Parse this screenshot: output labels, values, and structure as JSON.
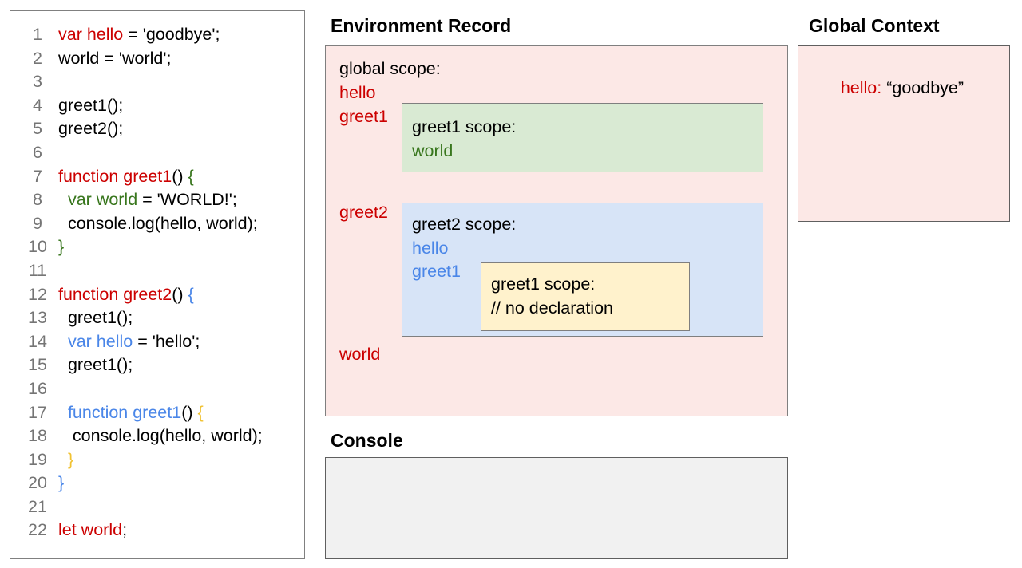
{
  "colors": {
    "red": "#cc0000",
    "green": "#38761d",
    "blue": "#4a86e8",
    "orange": "#f1c232",
    "black": "#000000",
    "line_number_gray": "#757575",
    "pink_bg": "#fce8e6",
    "green_bg": "#d9ead3",
    "blue_bg": "#d7e4f7",
    "yellow_bg": "#fff2cc",
    "console_bg": "#f1f1f1"
  },
  "code": {
    "lines": [
      {
        "n": "1",
        "segs": [
          [
            "red",
            "var hello"
          ],
          [
            "black",
            " = 'goodbye';"
          ]
        ]
      },
      {
        "n": "2",
        "segs": [
          [
            "black",
            "world = 'world';"
          ]
        ]
      },
      {
        "n": "3",
        "segs": []
      },
      {
        "n": "4",
        "segs": [
          [
            "black",
            "greet1();"
          ]
        ]
      },
      {
        "n": "5",
        "segs": [
          [
            "black",
            "greet2();"
          ]
        ]
      },
      {
        "n": "6",
        "segs": []
      },
      {
        "n": "7",
        "segs": [
          [
            "red",
            "function greet1"
          ],
          [
            "black",
            "() "
          ],
          [
            "green",
            "{"
          ]
        ]
      },
      {
        "n": "8",
        "segs": [
          [
            "black",
            "  "
          ],
          [
            "green",
            "var world"
          ],
          [
            "black",
            " = 'WORLD!';"
          ]
        ]
      },
      {
        "n": "9",
        "segs": [
          [
            "black",
            "  console.log(hello, world);"
          ]
        ]
      },
      {
        "n": "10",
        "segs": [
          [
            "green",
            "}"
          ]
        ]
      },
      {
        "n": "11",
        "segs": []
      },
      {
        "n": "12",
        "segs": [
          [
            "red",
            "function greet2"
          ],
          [
            "black",
            "() "
          ],
          [
            "blue",
            "{"
          ]
        ]
      },
      {
        "n": "13",
        "segs": [
          [
            "black",
            "  greet1();"
          ]
        ]
      },
      {
        "n": "14",
        "segs": [
          [
            "black",
            "  "
          ],
          [
            "blue",
            "var hello"
          ],
          [
            "black",
            " = 'hello';"
          ]
        ]
      },
      {
        "n": "15",
        "segs": [
          [
            "black",
            "  greet1();"
          ]
        ]
      },
      {
        "n": "16",
        "segs": []
      },
      {
        "n": "17",
        "segs": [
          [
            "black",
            "  "
          ],
          [
            "blue",
            "function greet1"
          ],
          [
            "black",
            "() "
          ],
          [
            "orange",
            "{"
          ]
        ]
      },
      {
        "n": "18",
        "segs": [
          [
            "black",
            "   console.log(hello, world);"
          ]
        ]
      },
      {
        "n": "19",
        "segs": [
          [
            "black",
            "  "
          ],
          [
            "orange",
            "}"
          ]
        ]
      },
      {
        "n": "20",
        "segs": [
          [
            "blue",
            "}"
          ]
        ]
      },
      {
        "n": "21",
        "segs": []
      },
      {
        "n": "22",
        "segs": [
          [
            "red",
            "let world"
          ],
          [
            "black",
            ";"
          ]
        ]
      }
    ]
  },
  "env": {
    "title": "Environment Record",
    "global_label": "global scope:",
    "var_hello": "hello",
    "var_greet1": "greet1",
    "var_greet2": "greet2",
    "var_world": "world",
    "greet1_scope": {
      "label": "greet1 scope:",
      "var_world": "world"
    },
    "greet2_scope": {
      "label": "greet2 scope:",
      "var_hello": "hello",
      "var_greet1": "greet1"
    },
    "inner_greet1_scope": {
      "label": "greet1 scope:",
      "comment": "// no declaration"
    }
  },
  "console_panel": {
    "title": "Console"
  },
  "global_context": {
    "title": "Global Context",
    "var_name": "hello:",
    "var_value": " “goodbye”"
  }
}
